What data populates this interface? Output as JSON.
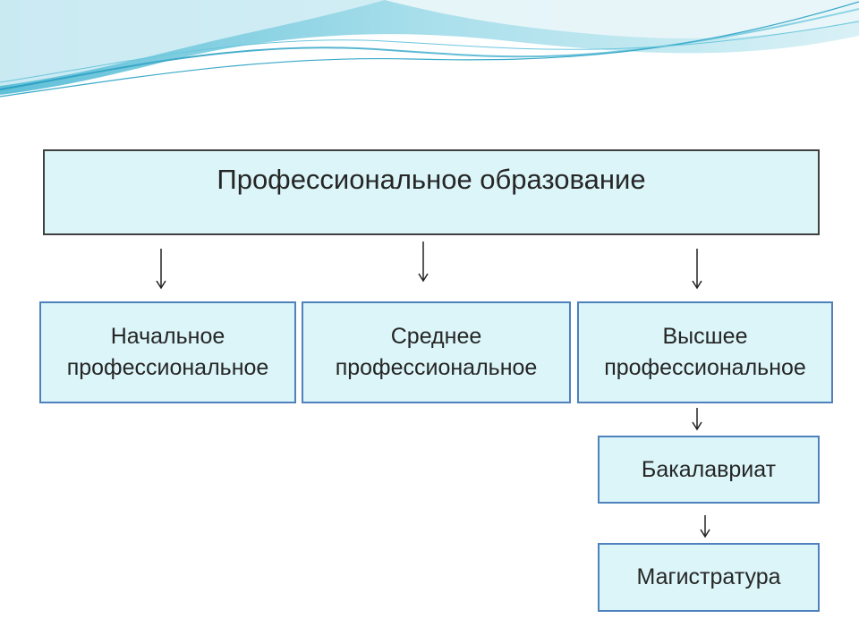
{
  "diagram": {
    "root": {
      "label": "Профессиональное образование"
    },
    "levels": [
      {
        "line1": "Начальное",
        "line2": "профессиональное"
      },
      {
        "line1": "Среднее",
        "line2": "профессиональное"
      },
      {
        "line1": "Высшее",
        "line2": "профессиональное"
      }
    ],
    "higher_sublevels": [
      {
        "label": "Бакалавриат"
      },
      {
        "label": "Магистратура"
      }
    ],
    "colors": {
      "box_fill": "#dbf5f9",
      "box_border": "#4f81bd",
      "root_border": "#404040",
      "text": "#262626",
      "wave_light": "#bfe6f0",
      "wave_mid": "#7fcfe0",
      "wave_dark": "#3aa9c9"
    }
  }
}
